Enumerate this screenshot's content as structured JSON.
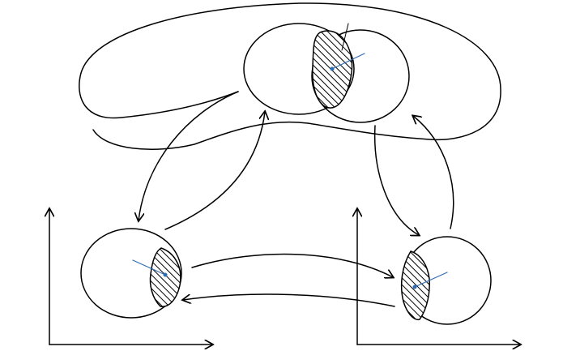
{
  "diagram": {
    "elements": [
      "top-overlap-region",
      "left-overlap-region",
      "right-overlap-region",
      "left-coordinate-axes",
      "right-coordinate-axes",
      "transition-arrows"
    ]
  }
}
